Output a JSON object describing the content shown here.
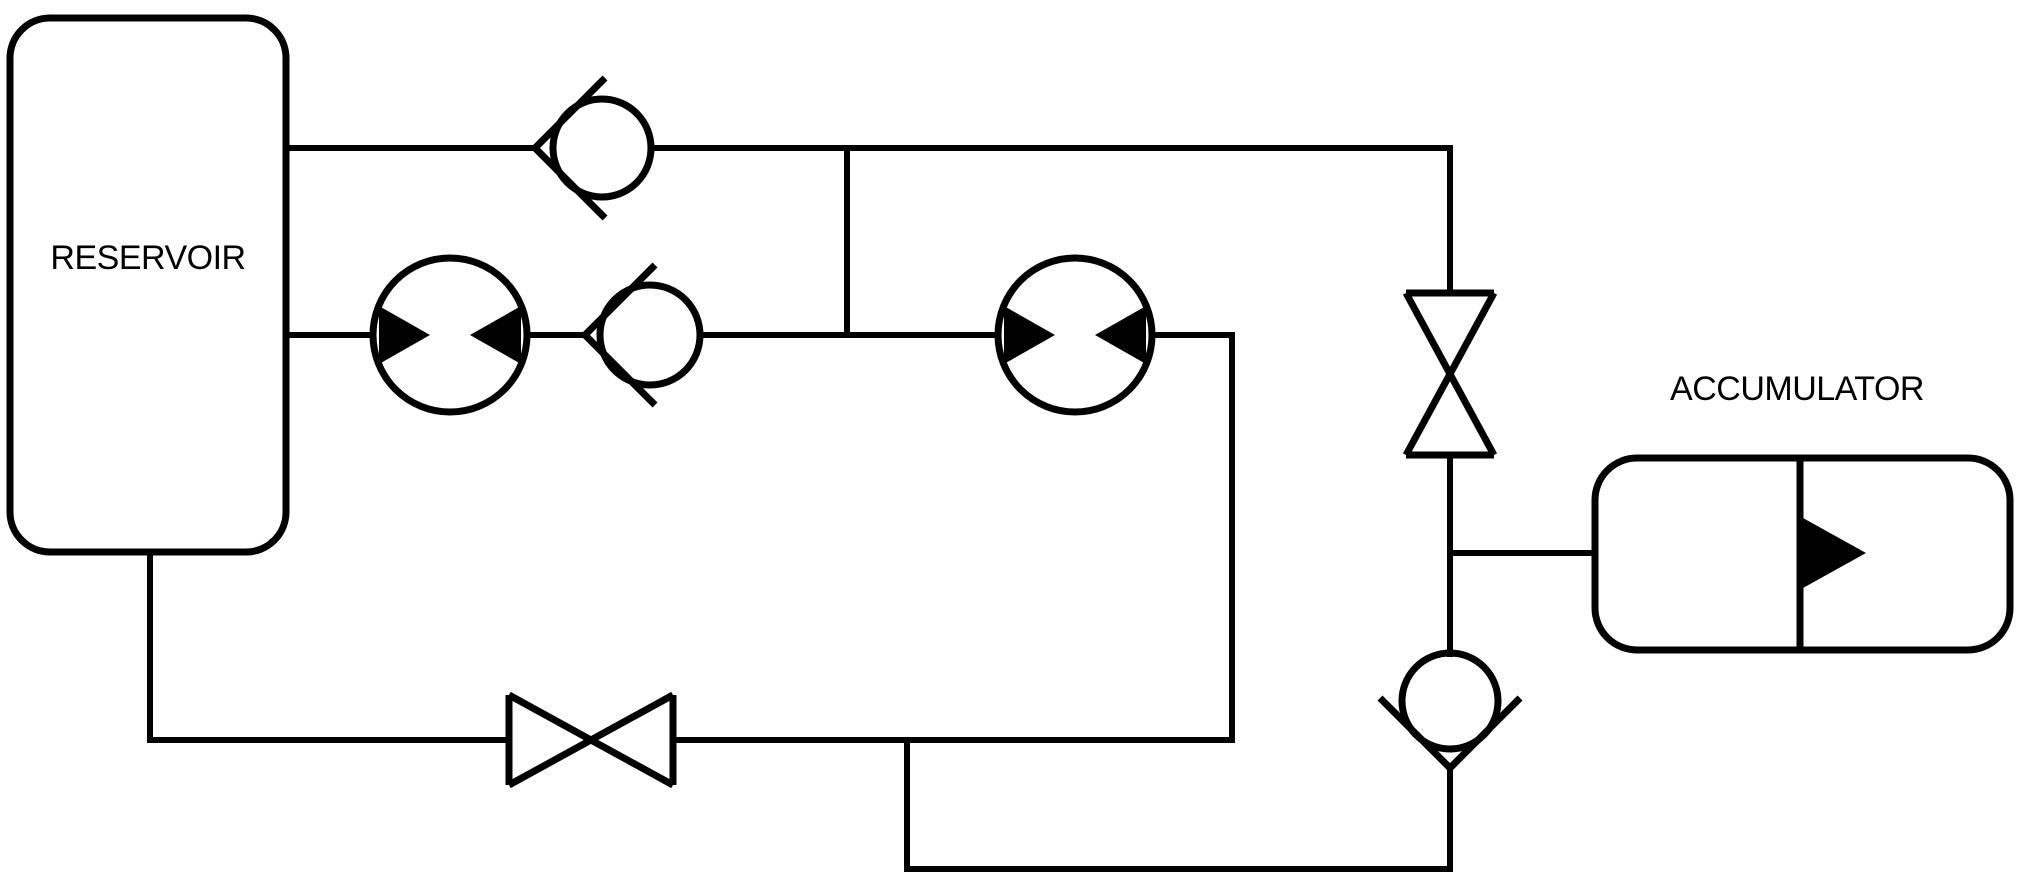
{
  "diagram": {
    "type": "hydraulic-circuit-schematic",
    "colors": {
      "line": "#000000",
      "background": "#ffffff"
    },
    "labels": {
      "reservoir": "RESERVOIR",
      "accumulator": "ACCUMULATOR"
    },
    "components": [
      {
        "id": "reservoir",
        "kind": "tank",
        "label": "RESERVOIR"
      },
      {
        "id": "check-valve-top",
        "kind": "check-valve",
        "orientation": "horizontal"
      },
      {
        "id": "pump-left",
        "kind": "pump-motor",
        "orientation": "horizontal"
      },
      {
        "id": "check-valve-middle",
        "kind": "check-valve",
        "orientation": "horizontal"
      },
      {
        "id": "pump-right",
        "kind": "pump-motor",
        "orientation": "horizontal"
      },
      {
        "id": "shutoff-valve-right",
        "kind": "gate-valve",
        "orientation": "vertical"
      },
      {
        "id": "accumulator",
        "kind": "accumulator",
        "label": "ACCUMULATOR"
      },
      {
        "id": "check-valve-bottom",
        "kind": "check-valve",
        "orientation": "vertical"
      },
      {
        "id": "shutoff-valve-bottom",
        "kind": "gate-valve",
        "orientation": "horizontal"
      }
    ]
  }
}
